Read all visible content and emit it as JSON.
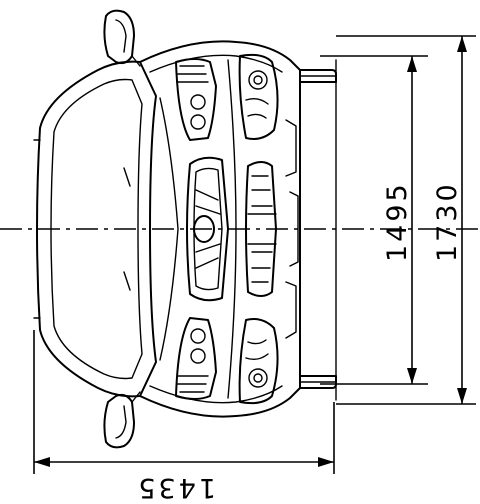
{
  "dimensions": {
    "front_track": "1495",
    "overall_width": "1730",
    "overall_height": "1435"
  },
  "colors": {
    "line": "#000000",
    "background": "#ffffff"
  }
}
